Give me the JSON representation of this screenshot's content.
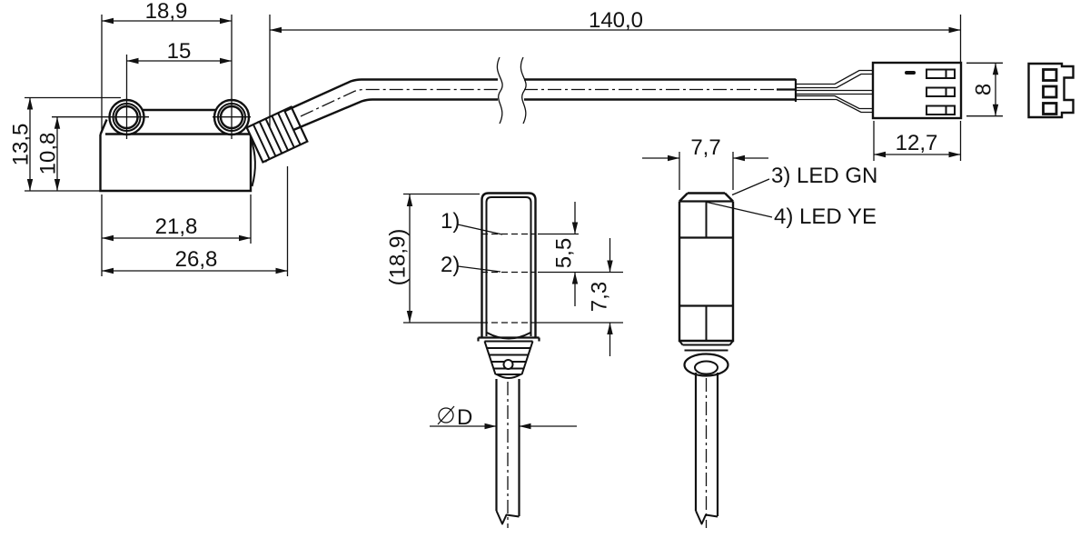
{
  "drawing": {
    "kind": "technical-dimension-drawing",
    "background": "#ffffff",
    "line_color": "#111111",
    "texts": {
      "w_top": "18,9",
      "hole_pitch": "15",
      "h_total": "13,5",
      "h_inner": "10,8",
      "w_body": "21,8",
      "w_overall": "26,8",
      "cable_len": "140,0",
      "conn_w": "12,7",
      "conn_h": "8",
      "fv_height": "(18,9)",
      "led_pitch": "5,5",
      "led_to_face": "7,3",
      "dia_symbol": "⌀D",
      "d_letter": "D",
      "note1": "1)",
      "note2": "2)",
      "sv_width": "7,7",
      "led_gn": "3) LED GN",
      "led_ye": "4) LED YE"
    }
  }
}
